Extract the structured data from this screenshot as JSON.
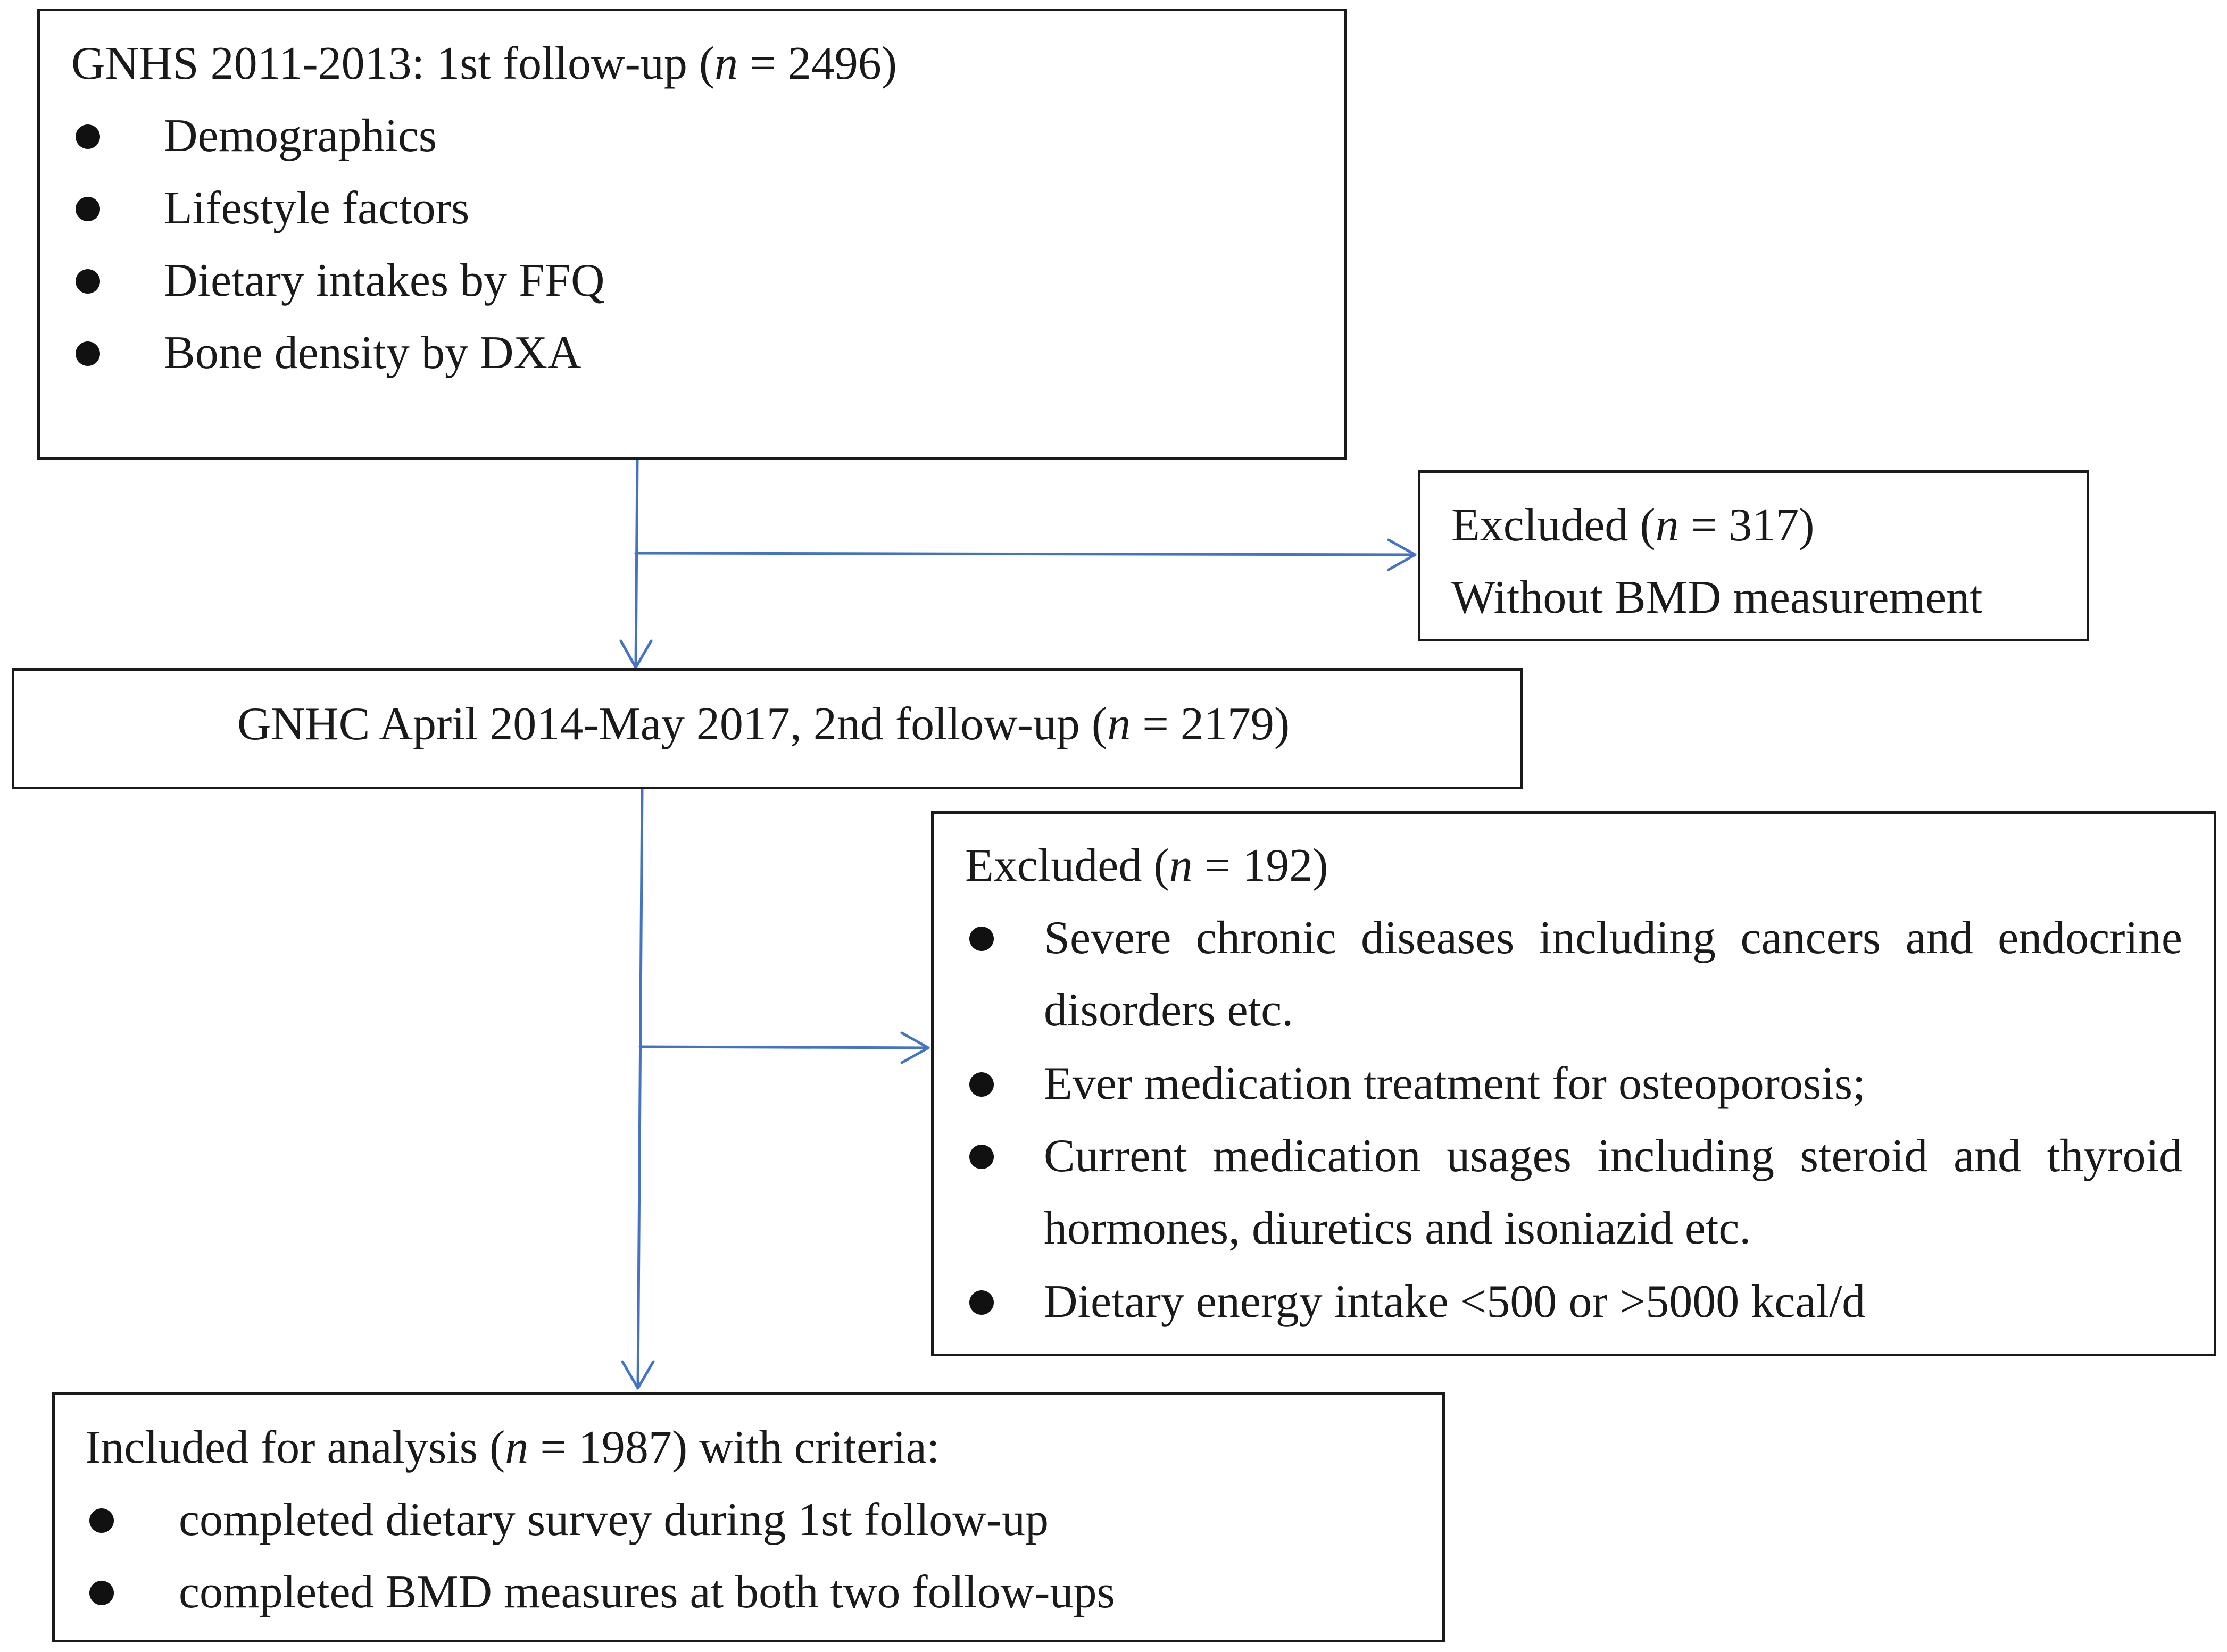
{
  "box1": {
    "title_prefix": "GNHS 2011-2013: 1st follow-up (",
    "n_label": "n",
    "title_value": " = 2496)",
    "bullets": [
      "Demographics",
      "Lifestyle factors",
      "Dietary intakes by FFQ",
      "Bone density by DXA"
    ]
  },
  "excluded1": {
    "title_prefix": "Excluded (",
    "n_label": "n",
    "title_value": " = 317)",
    "line2": "Without BMD measurement"
  },
  "box2": {
    "title_prefix": "GNHC April 2014-May 2017, 2nd follow-up (",
    "n_label": "n",
    "title_value": " = 2179)"
  },
  "excluded2": {
    "title_prefix": "Excluded (",
    "n_label": "n",
    "title_value": " = 192)",
    "bullets": [
      {
        "line1": "Severe chronic diseases including cancers and endocrine",
        "line2": "disorders etc."
      },
      {
        "line1": "Ever medication treatment for osteoporosis;",
        "line2": ""
      },
      {
        "line1": "Current medication usages including steroid and thyroid",
        "line2": "hormones, diuretics and isoniazid etc."
      },
      {
        "line1": "Dietary energy intake <500 or >5000 kcal/d",
        "line2": ""
      }
    ]
  },
  "box3": {
    "title_prefix": "Included for analysis (",
    "n_label": "n",
    "title_value": " = 1987) with criteria:",
    "bullets": [
      "completed dietary survey during 1st follow-up",
      "completed BMD measures at both two follow-ups"
    ]
  },
  "colors": {
    "arrow": "#4472c4",
    "border": "#1a1a1a"
  }
}
